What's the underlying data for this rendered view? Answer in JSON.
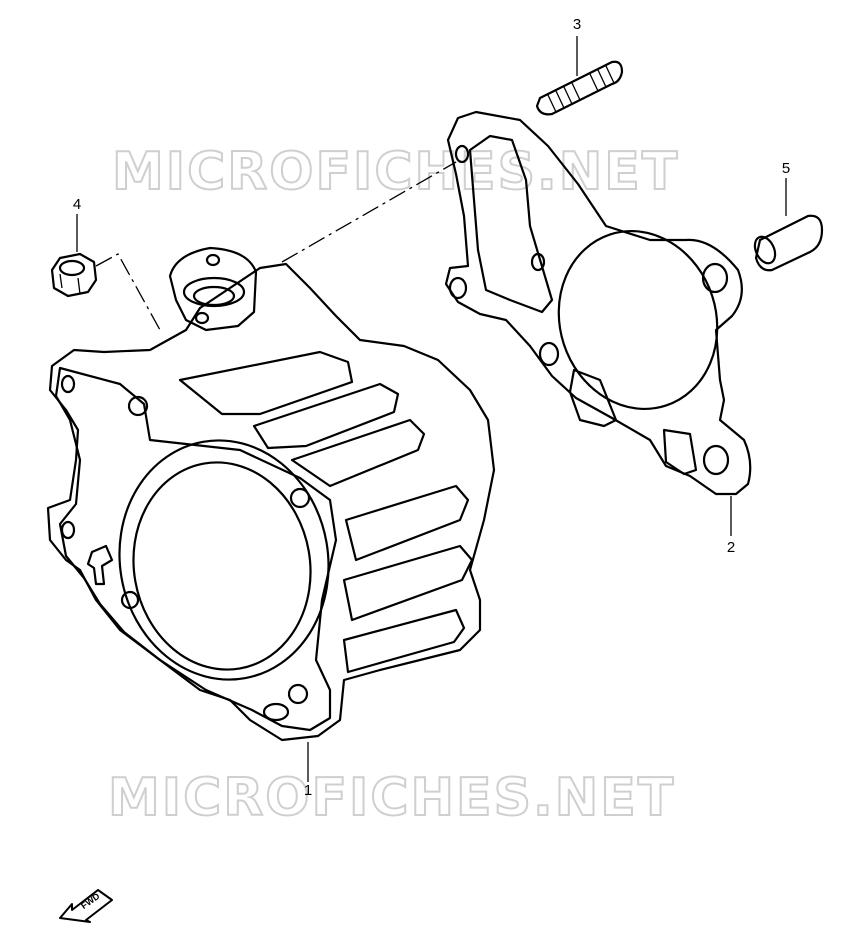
{
  "watermark": {
    "top": "MICROFICHES.NET",
    "bottom": "MICROFICHES.NET"
  },
  "callouts": [
    {
      "id": "cylinder",
      "label": "1"
    },
    {
      "id": "gasket",
      "label": "2"
    },
    {
      "id": "stud",
      "label": "3"
    },
    {
      "id": "nut",
      "label": "4"
    },
    {
      "id": "dowel",
      "label": "5"
    }
  ],
  "direction_marker": {
    "label": "FWD"
  }
}
